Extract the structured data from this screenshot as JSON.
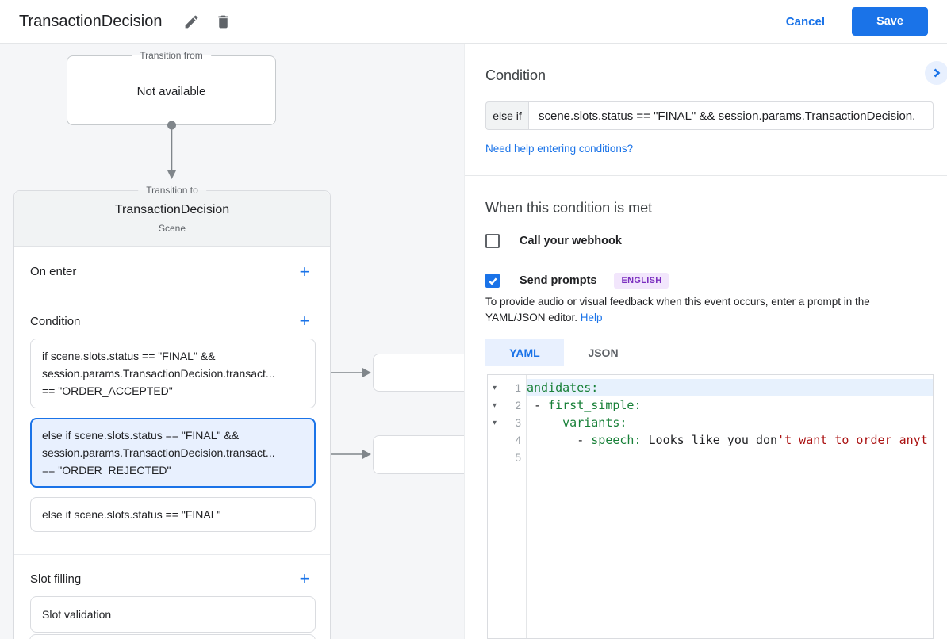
{
  "topbar": {
    "title": "TransactionDecision",
    "cancel_label": "Cancel",
    "save_label": "Save"
  },
  "diagram": {
    "transition_from_label": "Transition from",
    "transition_from_value": "Not available",
    "transition_to_label": "Transition to",
    "scene_name": "TransactionDecision",
    "scene_type": "Scene",
    "on_enter_label": "On enter",
    "condition_label": "Condition",
    "slot_filling_label": "Slot filling",
    "add_icon": "+",
    "conditions": [
      {
        "selected": false,
        "lines": [
          "if scene.slots.status == \"FINAL\" &&",
          "session.params.TransactionDecision.transact...",
          "== \"ORDER_ACCEPTED\""
        ]
      },
      {
        "selected": true,
        "lines": [
          "else if scene.slots.status == \"FINAL\" &&",
          "session.params.TransactionDecision.transact...",
          "== \"ORDER_REJECTED\""
        ]
      },
      {
        "selected": false,
        "lines": [
          "else if scene.slots.status == \"FINAL\""
        ]
      }
    ],
    "slot_items": [
      "Slot validation"
    ]
  },
  "panel": {
    "condition_heading": "Condition",
    "condition_prefix": "else if",
    "condition_value": "scene.slots.status == \"FINAL\" && session.params.TransactionDecision.",
    "help_link": "Need help entering conditions?",
    "when_heading": "When this condition is met",
    "webhook_label": "Call your webhook",
    "webhook_checked": false,
    "prompts_label": "Send prompts",
    "prompts_checked": true,
    "language_badge": "ENGLISH",
    "prompt_help_text": "To provide audio or visual feedback when this event occurs, enter a prompt in the YAML/JSON editor. ",
    "prompt_help_link": "Help",
    "tabs": [
      {
        "label": "YAML",
        "active": true
      },
      {
        "label": "JSON",
        "active": false
      }
    ]
  },
  "editor": {
    "fold_icon": "▾",
    "lines": [
      {
        "number": "1",
        "fold": true,
        "active": true,
        "tokens": [
          {
            "text": "andidates:",
            "type": "key"
          }
        ]
      },
      {
        "number": "2",
        "fold": true,
        "active": false,
        "tokens": [
          {
            "text": " - ",
            "type": "plain"
          },
          {
            "text": "first_simple:",
            "type": "key"
          }
        ]
      },
      {
        "number": "3",
        "fold": true,
        "active": false,
        "tokens": [
          {
            "text": "     ",
            "type": "plain"
          },
          {
            "text": "variants:",
            "type": "key"
          }
        ]
      },
      {
        "number": "4",
        "fold": false,
        "active": false,
        "tokens": [
          {
            "text": "       - ",
            "type": "plain"
          },
          {
            "text": "speech:",
            "type": "key"
          },
          {
            "text": " Looks like you don",
            "type": "plain"
          },
          {
            "text": "'t want to order anyt",
            "type": "string"
          }
        ]
      },
      {
        "number": "5",
        "fold": false,
        "active": false,
        "tokens": []
      }
    ]
  },
  "colors": {
    "accent": "#1a73e8",
    "accent_light": "#e8f0fe",
    "code_key": "#188038",
    "code_string": "#aa1111",
    "badge_bg": "#f2e6fc",
    "badge_text": "#7b2fbf"
  }
}
